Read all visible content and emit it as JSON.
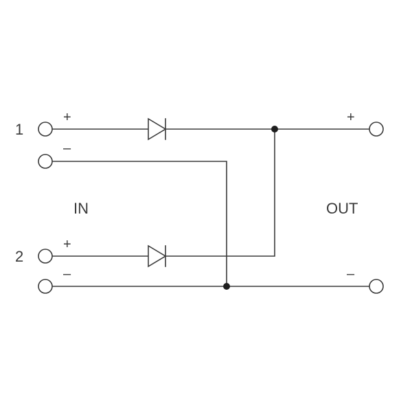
{
  "inputs": [
    {
      "number": "1",
      "plus": "+",
      "minus": "–"
    },
    {
      "number": "2",
      "plus": "+",
      "minus": "–"
    }
  ],
  "labels": {
    "in": "IN",
    "out": "OUT"
  },
  "outputs": {
    "plus": "+",
    "minus": "–"
  },
  "colors": {
    "line": "#3a3a3a",
    "junction": "#1e1e1e",
    "background": "#ffffff"
  }
}
